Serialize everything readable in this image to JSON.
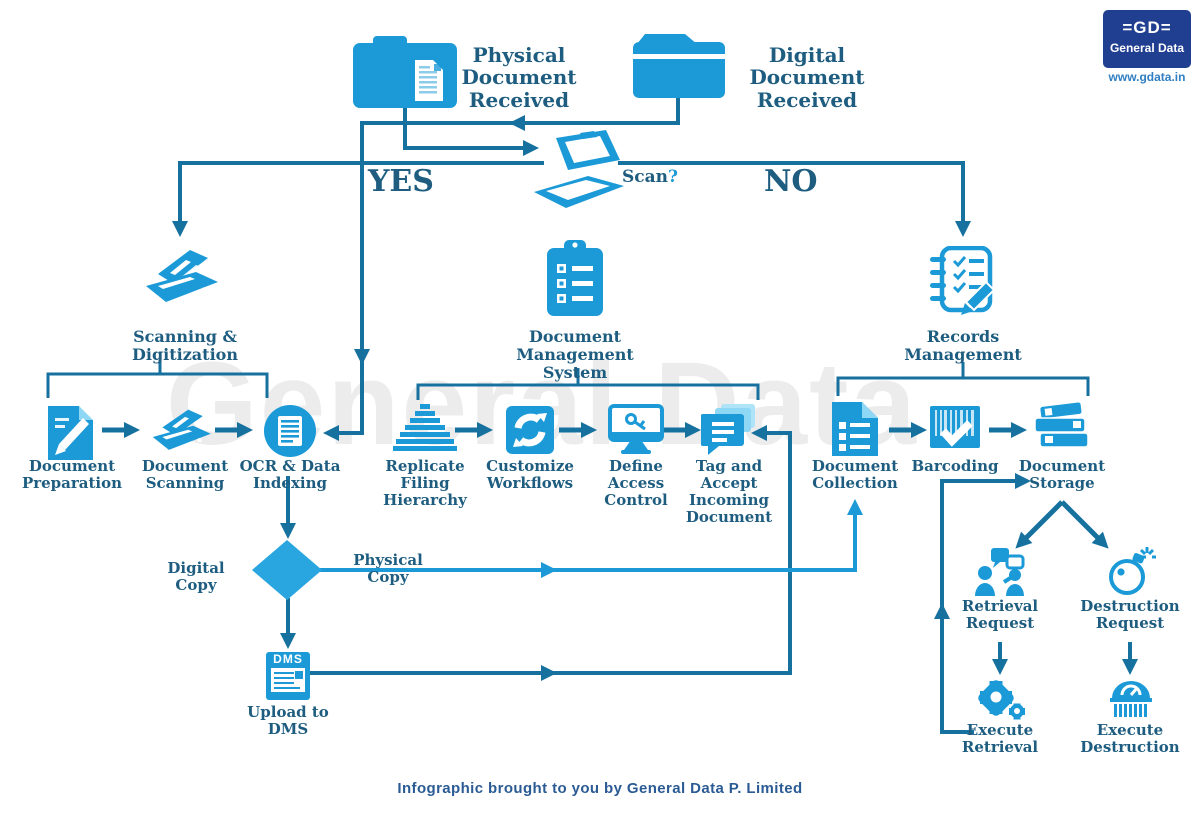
{
  "page": {
    "watermark": "General Data",
    "footer": "Infographic brought to you by General Data P. Limited"
  },
  "logo": {
    "monogram": "=GD=",
    "name": "General Data",
    "website": "www.gdata.in"
  },
  "top": {
    "physical_label": "Physical\nDocument\nReceived",
    "digital_label": "Digital\nDocument\nReceived",
    "scan_question": "Scan",
    "scan_qmark": "?",
    "yes": "YES",
    "no": "NO"
  },
  "branches": {
    "scanning": "Scanning &\nDigitization",
    "dms": "Document\nManagement\nSystem",
    "records": "Records\nManagement"
  },
  "steps": {
    "doc_preparation": "Document\nPreparation",
    "doc_scanning": "Document\nScanning",
    "ocr": "OCR & Data\nIndexing",
    "replicate": "Replicate\nFiling\nHierarchy",
    "customize": "Customize\nWorkflows",
    "access": "Define\nAccess\nControl",
    "tag": "Tag and\nAccept\nIncoming\nDocument",
    "collection": "Document\nCollection",
    "barcoding": "Barcoding",
    "storage": "Document\nStorage"
  },
  "decision": {
    "digital_copy": "Digital Copy",
    "physical_copy": "Physical Copy",
    "dms_box": "DMS",
    "upload": "Upload to\nDMS"
  },
  "requests": {
    "retrieval": "Retrieval\nRequest",
    "destruction": "Destruction\nRequest",
    "exec_retrieval": "Execute\nRetrieval",
    "exec_destruction": "Execute\nDestruction"
  },
  "colors": {
    "line": "#17719e",
    "icon_blue": "#1b9ad7",
    "text": "#1e5d80",
    "logo_navy": "#203f90"
  }
}
